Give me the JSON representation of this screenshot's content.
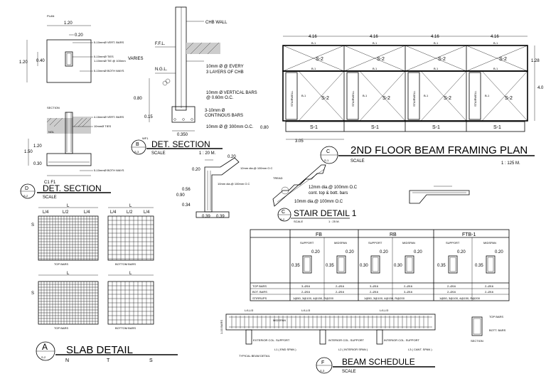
{
  "plan_footing": {
    "label": "PLAN",
    "dim_width": "1.20",
    "dim_inner": "0.20",
    "dim_height": "1.20",
    "dim_side": "0.40",
    "note1": "5-10mmØ VERT. BARS",
    "note2": "5-10mmØ TIES",
    "note3": "1-10mmØ TIE @ 100mm",
    "note4": "5-10mmØ BOTH WAYS"
  },
  "section_footing": {
    "label": "SECTION",
    "dim_a": "1.20",
    "dim_b": "1.50",
    "dim_c": "0.30",
    "ngl": "NGL",
    "note1": "4-16mmØ VERT. BARS",
    "note2": "10mmØ TIES",
    "note3": "5-10mmØ BOTH WAYS"
  },
  "det_section_d": {
    "letter": "D",
    "sheet": "S-2",
    "marks": "C1  F1",
    "title": "DET. SECTION",
    "scale": "SCALE"
  },
  "wall_footing": {
    "chb": "CHB WALL",
    "ffl": "F.F.L.",
    "varies": "VARIES",
    "ngl": "N.G.L.",
    "note1a": "10mm Ø @ EVERY",
    "note1b": "3 LAYERS OF CHB",
    "note2a": "10mm Ø VERTICAL BARS",
    "note2b": "@ 0.60m O.C.",
    "note3a": "3-10mm Ø",
    "note3b": "CONTINOUS BARS",
    "note4": "10mm Ø @ 300mm O.C.",
    "dim_080": "0.80",
    "dim_015": "0.15",
    "dim_0350": "0.350",
    "mark": "WF1"
  },
  "det_section_b": {
    "letter": "B",
    "sheet": "S-3",
    "title": "DET. SECTION",
    "scale": "SCALE",
    "ratio": "1 : 20 M."
  },
  "beam_framing": {
    "spans": [
      "4.16",
      "4.16",
      "4.16",
      "4.16"
    ],
    "span_sub": [
      "B-1",
      "B-1",
      "B-1",
      "B-1"
    ],
    "right_dim_top": "1.28",
    "right_dim_mid": "4.0",
    "left_dim": "0.80",
    "bottom_dim": "3.05",
    "slab_top": "S-2",
    "slab_main": "S-2",
    "beam_b1": "B-1",
    "stairwell": "STAIRWELL",
    "slab_bottom": "S-1"
  },
  "beam_framing_title": {
    "letter": "C",
    "sheet": "S-1",
    "title": "2ND FLOOR BEAM FRAMING PLAN",
    "scale": "SCALE",
    "ratio": "1 : 125 M."
  },
  "stair_section": {
    "dim_020": "0.20",
    "dim_056": "0.56",
    "dim_090": "0.90",
    "dim_034": "0.34",
    "dim_039": "0.39",
    "dim_039b": "0.39",
    "dim_020b": "0.20",
    "note_small1": "12mm dia.@ 100mm O.C",
    "note_small2": "10mm dia.@ 100mm O.C"
  },
  "stair_detail": {
    "tread": "TREAD",
    "note1a": "12mm dia.@ 100mm O.C",
    "note1b": "cont. top & bott. bars",
    "note2": "10mm dia.@ 100mm O.C",
    "letter": "C",
    "sheet": "S-2",
    "title": "STAIR DETAIL 1",
    "scale": "SCALE",
    "ratio": "1 : 25 M."
  },
  "slab_detail": {
    "top_bars": "TOP BARS",
    "bottom_bars": "BOTTOM BARS",
    "letter": "A",
    "sheet": "S-2",
    "title": "SLAB DETAIL",
    "nts": [
      "N",
      "T",
      "S"
    ],
    "dim_l": "L",
    "dim_l4": "L/4",
    "dim_l2": "L/2",
    "dim_s": "S"
  },
  "beam_schedule": {
    "groups": [
      "FB",
      "RB",
      "FTB-1"
    ],
    "sub": [
      "SUPPORT",
      "MIDSPAN",
      "SUPPORT",
      "MIDSPAN",
      "SUPPORT",
      "MIDSPAN"
    ],
    "depths": [
      "0.35",
      "0.35",
      "0.30",
      "0.30",
      "0.35",
      "0.35"
    ],
    "width": "0.20",
    "rows": [
      {
        "label": "TOP BARS",
        "vals": [
          "3–Ø16",
          "2–Ø16",
          "3–Ø16",
          "2–Ø16",
          "2–Ø16",
          "2–Ø16"
        ]
      },
      {
        "label": "BOT. BARS",
        "vals": [
          "2–Ø16",
          "2–Ø16",
          "2–Ø16",
          "3–Ø16",
          "2–Ø16",
          "2–Ø16"
        ]
      },
      {
        "label": "STIRRUPS",
        "vals": [
          "1@50, 3@100, 4@150, R@200",
          "1@50, 3@100, 4@150, R@200",
          "1@50, 3@100, 4@150, R@200"
        ]
      }
    ],
    "typical": "TYPICAL BEAM DETAIL",
    "section": "SECTION",
    "letter": "F",
    "sheet": "S-3",
    "title": "BEAM SCHEDULE",
    "scale": "SCALE",
    "bars": [
      "L/4,L/3",
      "L/4,L/3",
      "L/4,L/3"
    ],
    "support1": "EXTERIOR COL. SUPPORT",
    "support2": "INTERIOR COL. SUPPORT",
    "support3": "INTERIOR COL. SUPPORT",
    "span1": "L1 ( END SPAN )",
    "span2": "L2 ( INTERIOR SPAN )",
    "span3": "L3 ( CANT. SPAN )",
    "top_bars": "TOP BARS",
    "bot_bars": "BOTT. BARS",
    "left_bars": "1-10 BARS",
    "mid": "MIDSPAN"
  }
}
